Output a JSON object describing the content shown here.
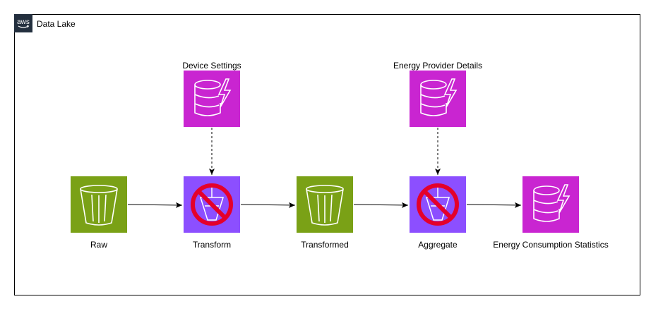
{
  "frame": {
    "title": "Data Lake",
    "badge_icon": "aws-icon"
  },
  "colors": {
    "bucket": "#7aa116",
    "dynamodb": "#c925d1",
    "glue": "#8c4fff"
  },
  "nodes": {
    "raw": {
      "label": "Raw",
      "icon": "trash-bucket-icon"
    },
    "transform": {
      "label": "Transform",
      "icon": "glue-job-disabled-icon"
    },
    "transformed": {
      "label": "Transformed",
      "icon": "trash-bucket-icon"
    },
    "aggregate": {
      "label": "Aggregate",
      "icon": "glue-job-disabled-icon"
    },
    "energy_consumption": {
      "label": "Energy Consumption Statistics",
      "icon": "dynamodb-icon"
    },
    "device_settings": {
      "label": "Device Settings",
      "icon": "dynamodb-icon"
    },
    "energy_provider": {
      "label": "Energy Provider Details",
      "icon": "dynamodb-icon"
    }
  }
}
